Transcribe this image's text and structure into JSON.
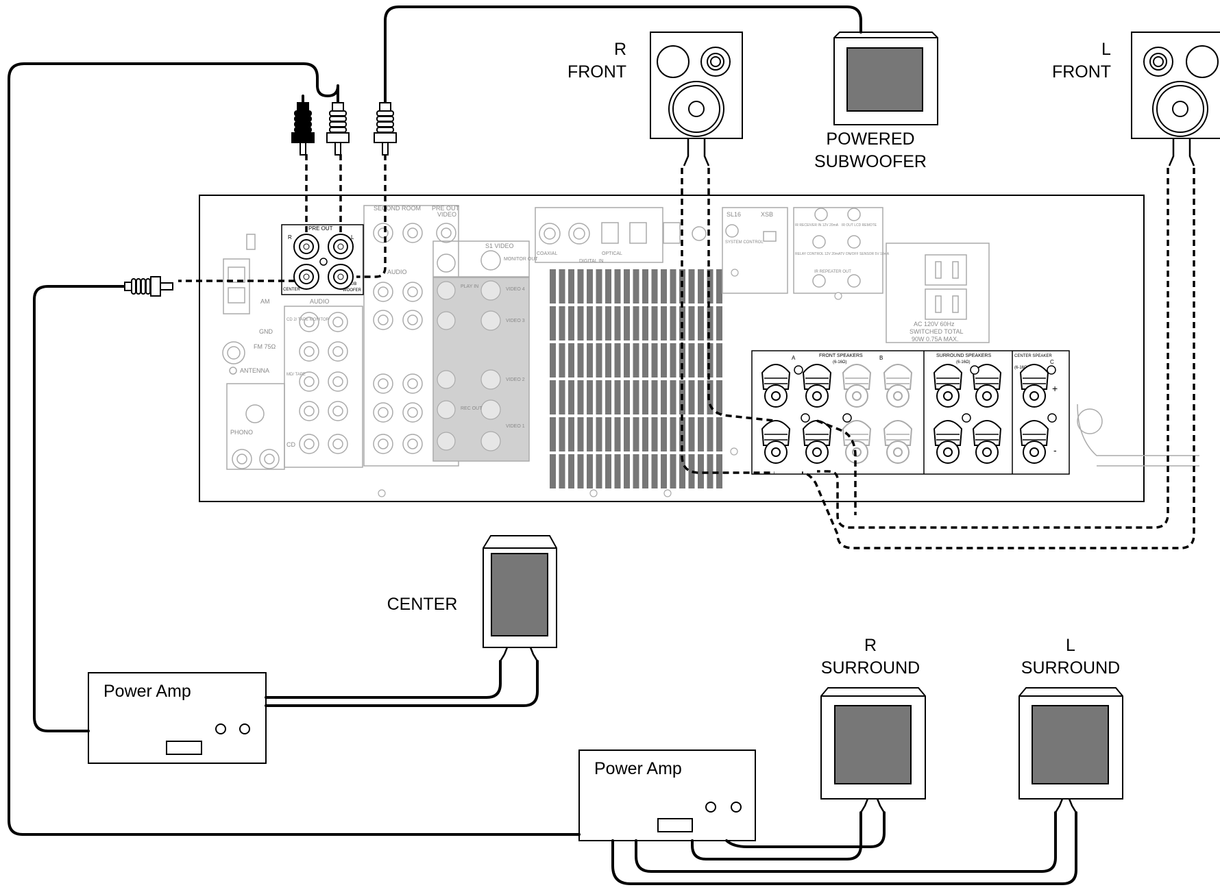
{
  "labels": {
    "r_front_1": "R",
    "r_front_2": "FRONT",
    "l_front_1": "L",
    "l_front_2": "FRONT",
    "subwoofer_1": "POWERED",
    "subwoofer_2": "SUBWOOFER",
    "center": "CENTER",
    "r_surround_1": "R",
    "r_surround_2": "SURROUND",
    "l_surround_1": "L",
    "l_surround_2": "SURROUND",
    "power_amp_1": "Power Amp",
    "power_amp_2": "Power Amp"
  },
  "panel": {
    "pre_out": "PRE OUT",
    "center": "CENTER",
    "sub": "SUB",
    "woofer": "WOOFER",
    "r": "R",
    "l": "L",
    "second_room": "SECOND ROOM",
    "audio": "AUDIO",
    "pre_out_2": "PRE OUT",
    "video": "VIDEO",
    "coaxial": "COAXIAL",
    "optical": "OPTICAL",
    "digital_in": "DIGITAL IN",
    "s1_video": "S1 VIDEO",
    "monitor_out": "MONITOR OUT",
    "video4": "VIDEO 4",
    "video3": "VIDEO 3",
    "video2": "VIDEO 2",
    "video1": "VIDEO 1",
    "play_in": "PLAY IN",
    "rec_out": "REC OUT",
    "am": "AM",
    "gnd": "GND",
    "fm": "FM 75Ω",
    "antenna": "ANTENNA",
    "phono": "PHONO",
    "cd": "CD",
    "md_tape": "MD/ TAPE",
    "cd2_tape_monitor": "CD 2/ TAPE MONITOR",
    "sl16": "SL16",
    "xsb": "XSB",
    "system_control": "SYSTEM CONTROL",
    "ir_receiver_in": "IR RECEIVER IN 12V 20mA",
    "ir_out": "IR OUT LCD REMOTE",
    "relay_control": "RELAY CONTROL 12V 20mA",
    "tv_onoff": "TV ON/OFF SENSOR 5V 10mA",
    "ir_repeater_out": "IR REPEATER OUT",
    "ac_line_1": "AC 120V 60Hz",
    "ac_line_2": "SWITCHED TOTAL",
    "ac_line_3": "90W 0.75A MAX.",
    "front_speakers": "FRONT SPEAKERS",
    "ohms": "(6-16Ω)",
    "surround_speakers": "SURROUND SPEAKERS",
    "center_speaker": "CENTER SPEAKER",
    "a": "A",
    "b": "B",
    "c": "C",
    "plus": "+",
    "minus": "-"
  }
}
